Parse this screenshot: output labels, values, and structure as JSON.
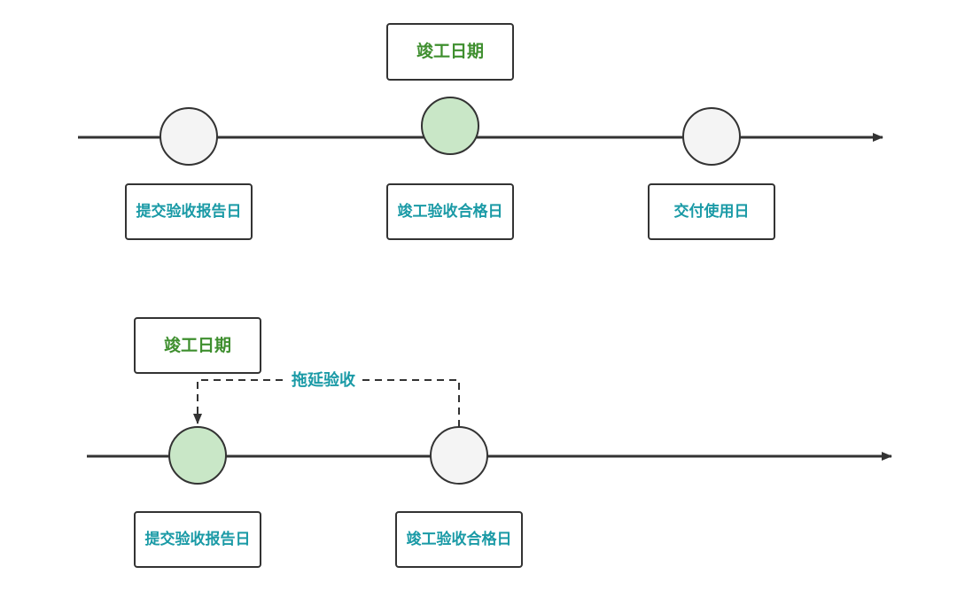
{
  "colors": {
    "teal_text": "#1a9aa6",
    "green_text": "#3f8f2f",
    "line": "#333333",
    "node_gray": "#f4f4f4",
    "node_green": "#c9e7c7"
  },
  "diagram1": {
    "top_label": "竣工日期",
    "labels": {
      "submit": "提交验收报告日",
      "acceptance": "竣工验收合格日",
      "delivery": "交付使用日"
    }
  },
  "diagram2": {
    "top_label": "竣工日期",
    "delay_label": "拖延验收",
    "labels": {
      "submit": "提交验收报告日",
      "acceptance": "竣工验收合格日"
    }
  }
}
